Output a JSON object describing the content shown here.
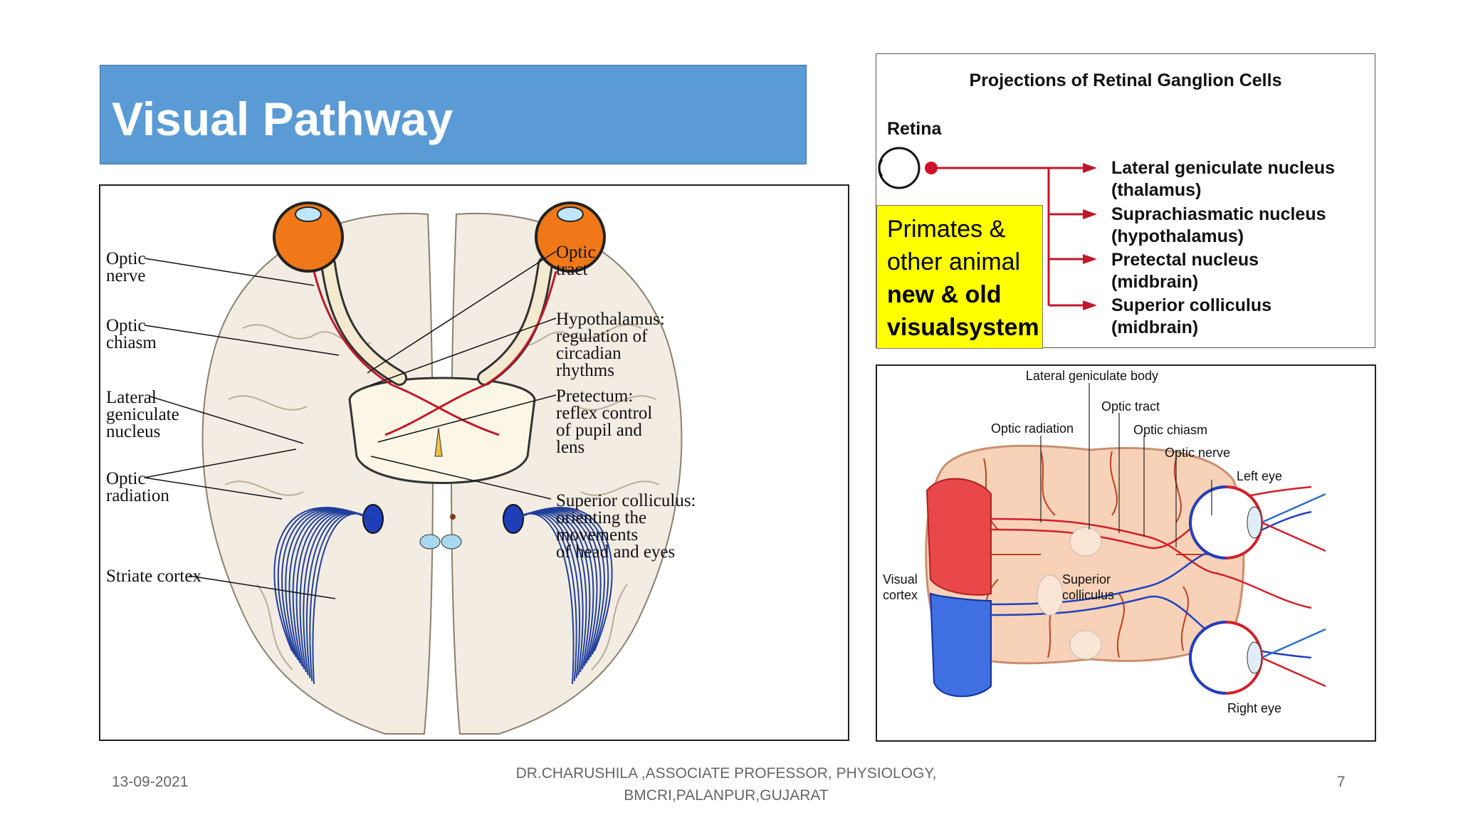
{
  "title": "Visual Pathway",
  "left_figure": {
    "labels": {
      "optic_nerve": [
        "Optic",
        "nerve"
      ],
      "optic_chiasm": [
        "Optic",
        "chiasm"
      ],
      "lgn": [
        "Lateral",
        "geniculate",
        "nucleus"
      ],
      "optic_radiation": [
        "Optic",
        "radiation"
      ],
      "striate_cortex": "Striate cortex",
      "optic_tract": [
        "Optic",
        "tract"
      ],
      "hypothalamus": [
        "Hypothalamus:",
        "regulation of",
        "circadian",
        "rhythms"
      ],
      "pretectum": [
        "Pretectum:",
        "reflex control",
        "of pupil and",
        "lens"
      ],
      "superior_colliculus": [
        "Superior colliculus:",
        "orienting the",
        "movements",
        "of head and eyes"
      ]
    }
  },
  "projections": {
    "title": "Projections of Retinal Ganglion Cells",
    "retina_label": "Retina",
    "targets": [
      [
        "Lateral geniculate nucleus",
        "(thalamus)"
      ],
      [
        "Suprachiasmatic nucleus",
        "(hypothalamus)"
      ],
      [
        "Pretectal nucleus",
        "(midbrain)"
      ],
      [
        "Superior colliculus",
        "(midbrain)"
      ]
    ]
  },
  "highlight": {
    "line1": "Primates &",
    "line2": "other animal",
    "line3": "new & old",
    "line4": "visualsystem"
  },
  "right_figure": {
    "lateral_geniculate_body": "Lateral geniculate body",
    "optic_tract": "Optic tract",
    "optic_radiation": "Optic radiation",
    "optic_chiasm": "Optic chiasm",
    "optic_nerve": "Optic nerve",
    "left_eye": "Left eye",
    "right_eye": "Right eye",
    "visual_cortex": [
      "Visual",
      "cortex"
    ],
    "superior_colliculus": [
      "Superior",
      "colliculus"
    ]
  },
  "footer": {
    "date": "13-09-2021",
    "line1": "DR.CHARUSHILA ,ASSOCIATE PROFESSOR, PHYSIOLOGY,",
    "line2": "BMCRI,PALANPUR,GUJARAT",
    "page": "7"
  },
  "colors": {
    "title_bg": "#5b9bd5",
    "highlight_bg": "#ffff00",
    "eye_orange": "#f07818",
    "pathway_red": "#c0182a",
    "pathway_blue": "#1f3f9a"
  }
}
